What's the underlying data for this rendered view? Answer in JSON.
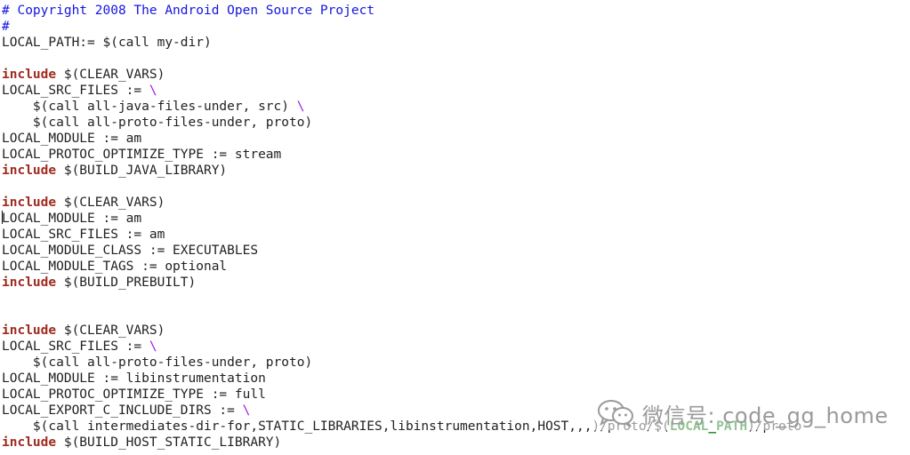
{
  "editor": {
    "lines": [
      [
        {
          "t": "# Copyright 2008 The Android Open Source Project",
          "c": "comment"
        }
      ],
      [
        {
          "t": "#",
          "c": "comment"
        }
      ],
      [
        {
          "t": "LOCAL_PATH:= $(call my-dir)"
        }
      ],
      [],
      [
        {
          "t": "include",
          "c": "keyword"
        },
        {
          "t": " $(CLEAR_VARS)"
        }
      ],
      [
        {
          "t": "LOCAL_SRC_FILES := "
        },
        {
          "t": "\\",
          "c": "bs"
        }
      ],
      [
        {
          "t": "    $(call all-java-files-under, src) "
        },
        {
          "t": "\\",
          "c": "bs"
        }
      ],
      [
        {
          "t": "    $(call all-proto-files-under, proto)"
        }
      ],
      [
        {
          "t": "LOCAL_MODULE := am"
        }
      ],
      [
        {
          "t": "LOCAL_PROTOC_OPTIMIZE_TYPE := stream"
        }
      ],
      [
        {
          "t": "include",
          "c": "keyword"
        },
        {
          "t": " $(BUILD_JAVA_LIBRARY)"
        }
      ],
      [],
      [
        {
          "t": "include",
          "c": "keyword"
        },
        {
          "t": " $(CLEAR_VARS)"
        }
      ],
      [
        {
          "cursor": true
        },
        {
          "t": "LOCAL_MODULE := am"
        }
      ],
      [
        {
          "t": "LOCAL_SRC_FILES := am"
        }
      ],
      [
        {
          "t": "LOCAL_MODULE_CLASS := EXECUTABLES"
        }
      ],
      [
        {
          "t": "LOCAL_MODULE_TAGS := optional"
        }
      ],
      [
        {
          "t": "include",
          "c": "keyword"
        },
        {
          "t": " $(BUILD_PREBUILT)"
        }
      ],
      [],
      [],
      [
        {
          "t": "include",
          "c": "keyword"
        },
        {
          "t": " $(CLEAR_VARS)"
        }
      ],
      [
        {
          "t": "LOCAL_SRC_FILES := "
        },
        {
          "t": "\\",
          "c": "bs"
        }
      ],
      [
        {
          "t": "    $(call all-proto-files-under, proto)"
        }
      ],
      [
        {
          "t": "LOCAL_MODULE := libinstrumentation"
        }
      ],
      [
        {
          "t": "LOCAL_PROTOC_OPTIMIZE_TYPE := full"
        }
      ],
      [
        {
          "t": "LOCAL_EXPORT_C_INCLUDE_DIRS := "
        },
        {
          "t": "\\",
          "c": "bs"
        }
      ],
      [
        {
          "t": "    $(call intermediates-dir-for,STATIC_LIBRARIES,libinstrumentation,HOST,,,)/proto/$("
        },
        {
          "t": "LOCAL_PATH",
          "c": "var"
        },
        {
          "t": ")/proto"
        }
      ],
      [
        {
          "t": "include",
          "c": "keyword"
        },
        {
          "t": " $(BUILD_HOST_STATIC_LIBRARY)"
        }
      ]
    ]
  },
  "watermark": {
    "text": "微信号: code_gg_home",
    "icon": "wechat-icon"
  },
  "colors": {
    "comment": "#1515e0",
    "keyword": "#a12a1f",
    "backslash": "#9b1fd6",
    "variable": "#0a7a0a",
    "text": "#222222",
    "background": "#ffffff"
  }
}
